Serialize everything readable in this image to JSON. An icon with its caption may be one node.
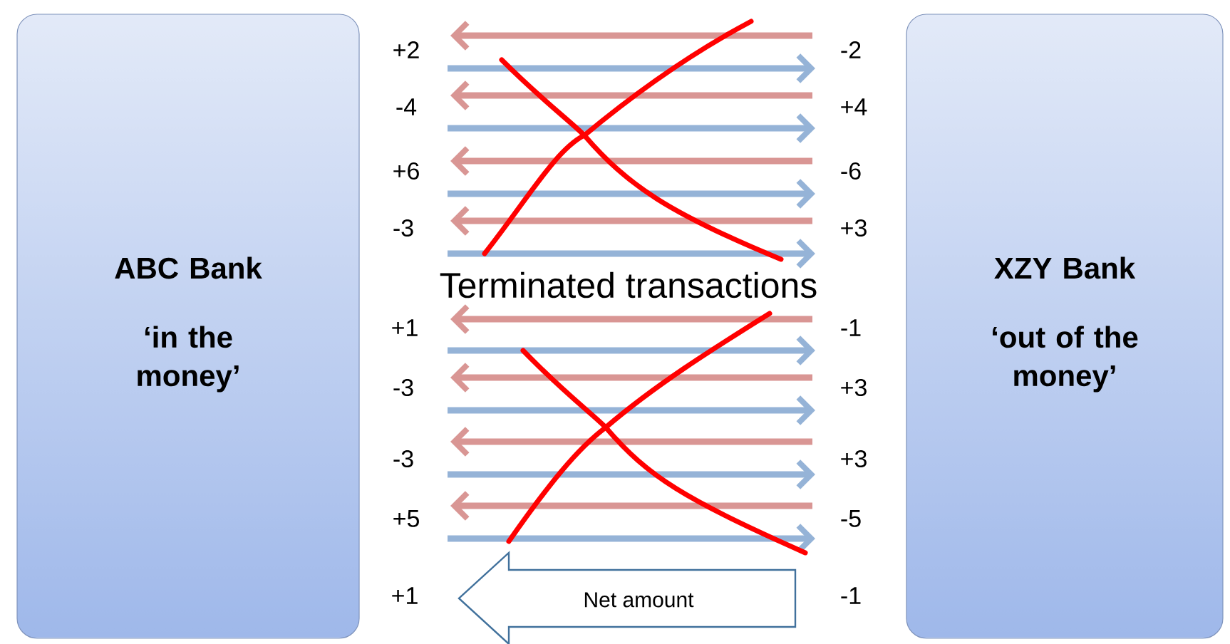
{
  "diagram": {
    "nodes": [
      {
        "text": [
          "ABC Bank",
          "‘in the money’"
        ]
      },
      {
        "text": [
          "XZY Bank",
          "‘out of the money’"
        ]
      },
      {
        "text": [
          "Net amount"
        ]
      }
    ],
    "labels": [
      "+2",
      "-2",
      "-4",
      "+4",
      "+6",
      "-6",
      "-3",
      "+3",
      "Terminated transactions",
      "+1",
      "-1",
      "-3",
      "+3",
      "-3",
      "+3",
      "+5",
      "-5",
      "+1",
      "-1"
    ]
  }
}
